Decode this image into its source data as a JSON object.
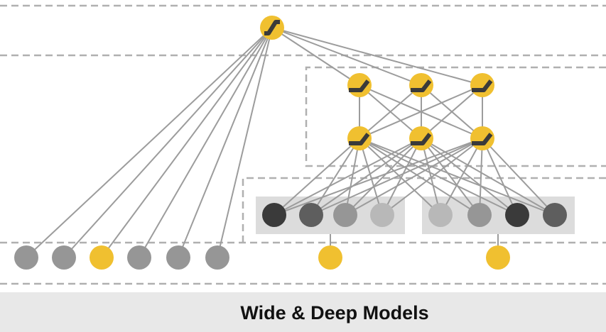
{
  "caption": "Wide & Deep Models",
  "colors": {
    "yellow": "#f0c030",
    "edge": "#9c9c9c",
    "dash": "#b0b0b0",
    "group_fill": "#dcdcdc",
    "activation_glyph": "#3a3a3a",
    "black": "#3a3a3a",
    "dark": "#5e5e5e",
    "mid": "#969696",
    "light": "#b8b8b8",
    "footer_bg": "#e8e8e8"
  },
  "icons": {
    "output_unit": "sigmoid-activation-icon",
    "hidden_unit": "relu-activation-icon"
  },
  "diagram": {
    "output_node": {
      "id": "output",
      "color": "yellow",
      "activation": "sigmoid"
    },
    "hidden_layers": [
      {
        "id": "hidden-2",
        "nodes": [
          "h2-1",
          "h2-2",
          "h2-3"
        ],
        "activation": "relu"
      },
      {
        "id": "hidden-1",
        "nodes": [
          "h1-1",
          "h1-2",
          "h1-3"
        ],
        "activation": "relu"
      }
    ],
    "embedding_groups": [
      {
        "id": "embedding-group-1",
        "nodes": [
          {
            "id": "e1",
            "color": "black"
          },
          {
            "id": "e2",
            "color": "dark"
          },
          {
            "id": "e3",
            "color": "mid"
          },
          {
            "id": "e4",
            "color": "light"
          }
        ]
      },
      {
        "id": "embedding-group-2",
        "nodes": [
          {
            "id": "e5",
            "color": "light"
          },
          {
            "id": "e6",
            "color": "mid"
          },
          {
            "id": "e7",
            "color": "black"
          },
          {
            "id": "e8",
            "color": "dark"
          }
        ]
      }
    ],
    "wide_inputs": [
      {
        "id": "w1",
        "color": "mid"
      },
      {
        "id": "w2",
        "color": "mid"
      },
      {
        "id": "w3",
        "color": "yellow"
      },
      {
        "id": "w4",
        "color": "mid"
      },
      {
        "id": "w5",
        "color": "mid"
      },
      {
        "id": "w6",
        "color": "mid"
      }
    ],
    "sparse_inputs": [
      {
        "id": "s1",
        "color": "yellow",
        "feeds": "embedding-group-1"
      },
      {
        "id": "s2",
        "color": "yellow",
        "feeds": "embedding-group-2"
      }
    ]
  }
}
